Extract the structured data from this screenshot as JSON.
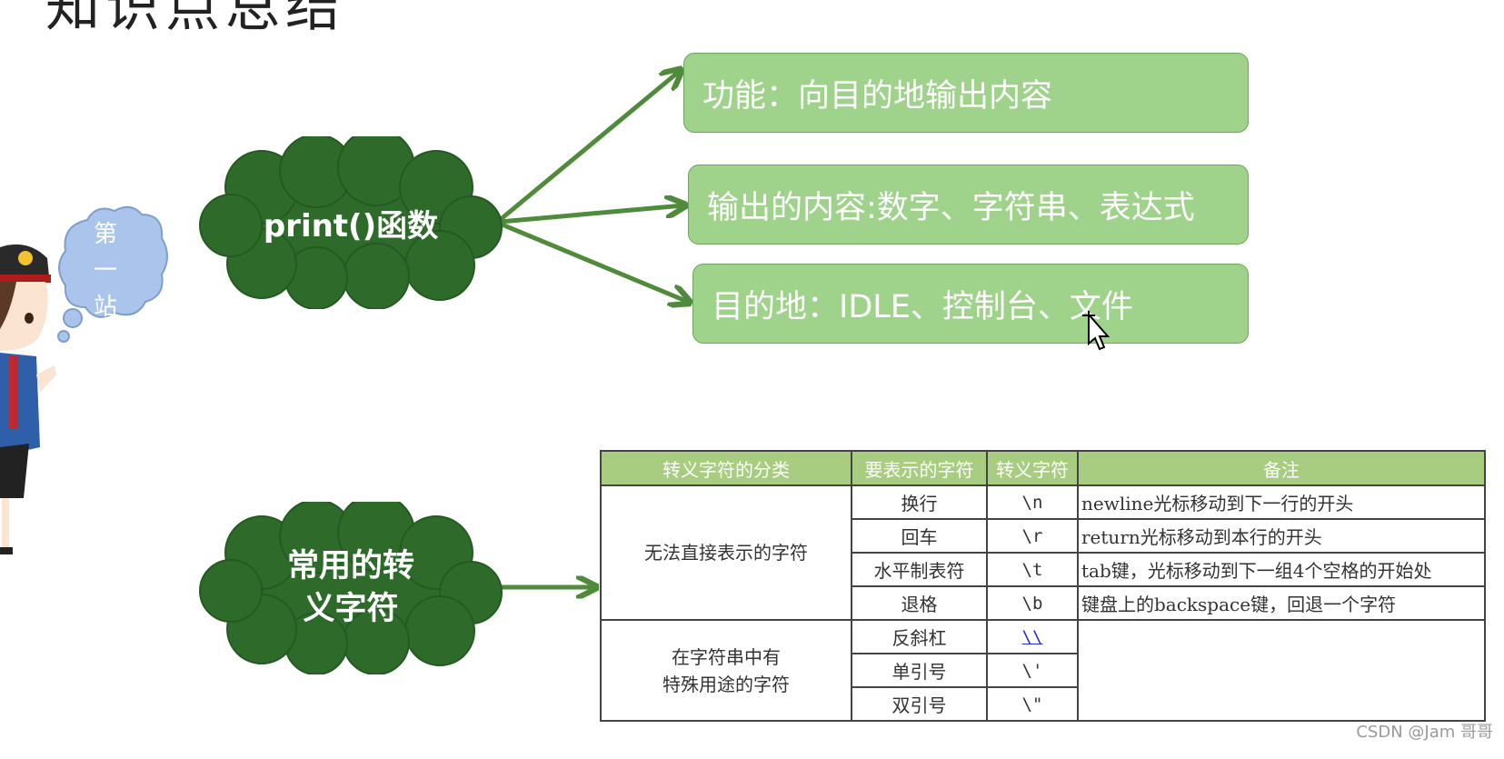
{
  "page": {
    "title": "知识点总结",
    "watermark": "CSDN @Jam 哥哥"
  },
  "colors": {
    "cloud_green": "#2e6b2b",
    "box_green": "#9fd28a",
    "arrow_green": "#4f8b3b",
    "table_header": "#a9cd80",
    "bubble_blue": "#aac4ec"
  },
  "mascot": {
    "bubble_text": "第一站"
  },
  "print_section": {
    "cloud_label": "print()函数",
    "boxes": [
      "功能：向目的地输出内容",
      "输出的内容:数字、字符串、表达式",
      "目的地：IDLE、控制台、文件"
    ]
  },
  "escape_section": {
    "cloud_label_line1": "常用的转",
    "cloud_label_line2": "义字符",
    "table": {
      "headers": [
        "转义字符的分类",
        "要表示的字符",
        "转义字符",
        "备注"
      ],
      "group1": "无法直接表示的字符",
      "group2_line1": "在字符串中有",
      "group2_line2": "特殊用途的字符",
      "rows": [
        {
          "char": "换行",
          "escape": "\\n",
          "note": "newline光标移动到下一行的开头"
        },
        {
          "char": "回车",
          "escape": "\\r",
          "note": "return光标移动到本行的开头"
        },
        {
          "char": "水平制表符",
          "escape": "\\t",
          "note": "tab键，光标移动到下一组4个空格的开始处"
        },
        {
          "char": "退格",
          "escape": "\\b",
          "note": "键盘上的backspace键，回退一个字符"
        },
        {
          "char": "反斜杠",
          "escape": "\\\\",
          "note": ""
        },
        {
          "char": "单引号",
          "escape": "\\'",
          "note": ""
        },
        {
          "char": "双引号",
          "escape": "\\\"",
          "note": ""
        }
      ]
    }
  }
}
